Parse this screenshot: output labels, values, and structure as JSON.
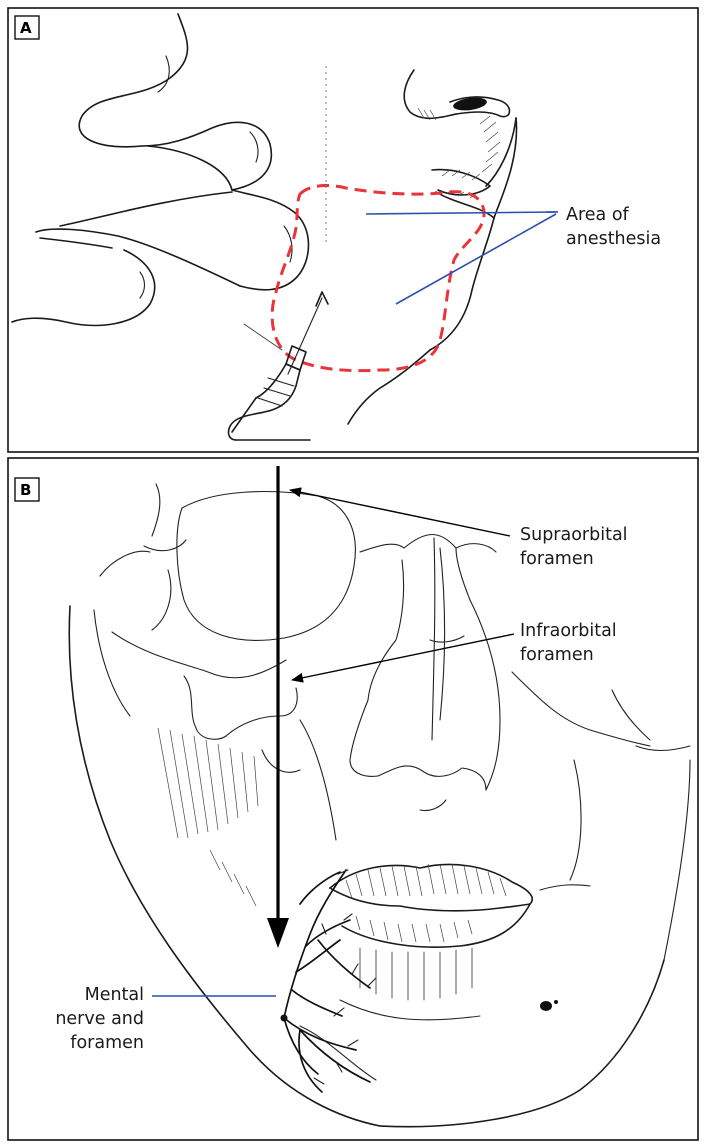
{
  "panel_a": {
    "letter": "A",
    "label_area_line1": "Area of",
    "label_area_line2": "anesthesia",
    "colors": {
      "anesthesia_outline": "#e8343a",
      "leader_lines": "#2f4fb0"
    }
  },
  "panel_b": {
    "letter": "B",
    "label_supraorbital_line1": "Supraorbital",
    "label_supraorbital_line2": "foramen",
    "label_infraorbital_line1": "Infraorbital",
    "label_infraorbital_line2": "foramen",
    "label_mental_line1": "Mental",
    "label_mental_line2": "nerve and",
    "label_mental_line3": "foramen"
  }
}
